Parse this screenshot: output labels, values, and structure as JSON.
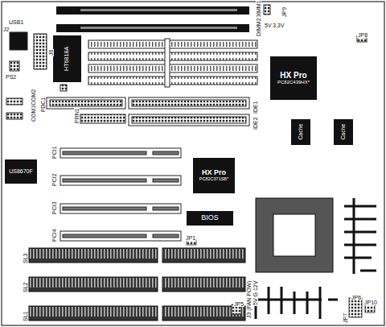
{
  "diagram": {
    "nodes": [
      {
        "text": [
          "HT6818A"
        ]
      },
      {
        "text": [
          "HX Pro",
          "PC82C439HX*"
        ]
      },
      {
        "text": [
          "Cache"
        ]
      },
      {
        "text": [
          "Cache"
        ]
      },
      {
        "text": [
          "US8670F"
        ]
      },
      {
        "text": [
          "HX Pro",
          "PC82C371SB*"
        ]
      },
      {
        "text": [
          "BIOS"
        ]
      }
    ],
    "labels": [
      "USB1",
      "J2",
      "J6",
      "PS2",
      "COM1",
      "COM2",
      "FDC1",
      "PRN1",
      "IDE1",
      "IDE2",
      "DIMM1",
      "DIMM2",
      "5V",
      "3.3V",
      "JP9",
      "JP8",
      "PCI1",
      "PCI2",
      "PCI3",
      "PCI4",
      "SL3",
      "SL2",
      "SL1",
      "JP1",
      "J3 (FAN POW)",
      "5V G 12V",
      "JP5",
      "JP6",
      "JP7",
      "JP10"
    ]
  }
}
